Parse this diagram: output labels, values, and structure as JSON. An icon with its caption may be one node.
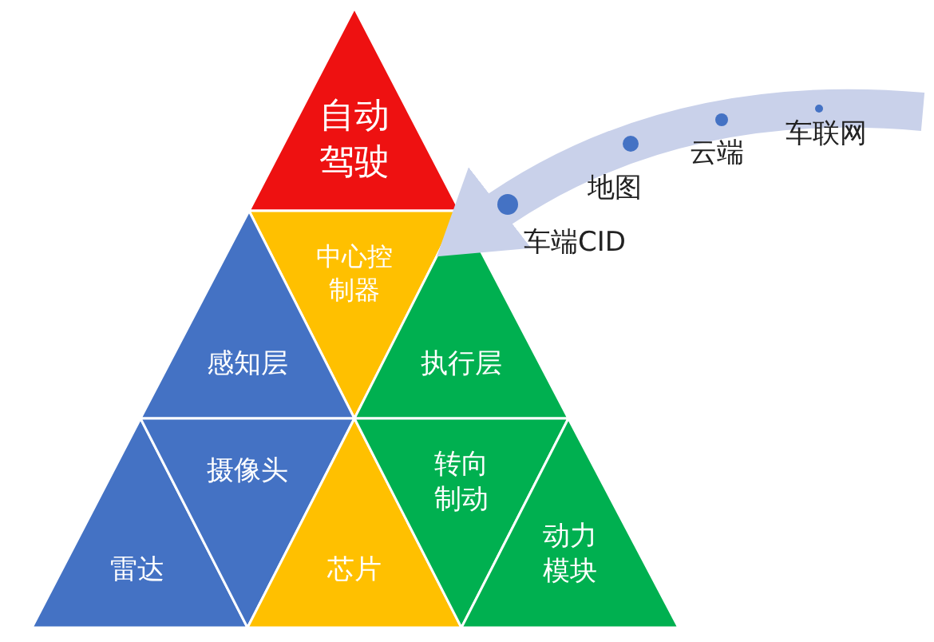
{
  "diagram": {
    "nodes": [
      {
        "text": [
          "自动驾驶"
        ]
      },
      {
        "text": [
          "中心控制器"
        ]
      },
      {
        "text": [
          "感知层"
        ]
      },
      {
        "text": [
          "执行层"
        ]
      },
      {
        "text": [
          "雷达"
        ]
      },
      {
        "text": [
          "摄像头"
        ]
      },
      {
        "text": [
          "芯片"
        ]
      },
      {
        "text": [
          "转向制动"
        ]
      },
      {
        "text": [
          "动力模块"
        ]
      }
    ],
    "edges": [
      {
        "from": null,
        "to": 1,
        "arrow": "to"
      }
    ],
    "labels": [
      "车联网",
      "云端",
      "地图",
      "车端CID"
    ]
  }
}
